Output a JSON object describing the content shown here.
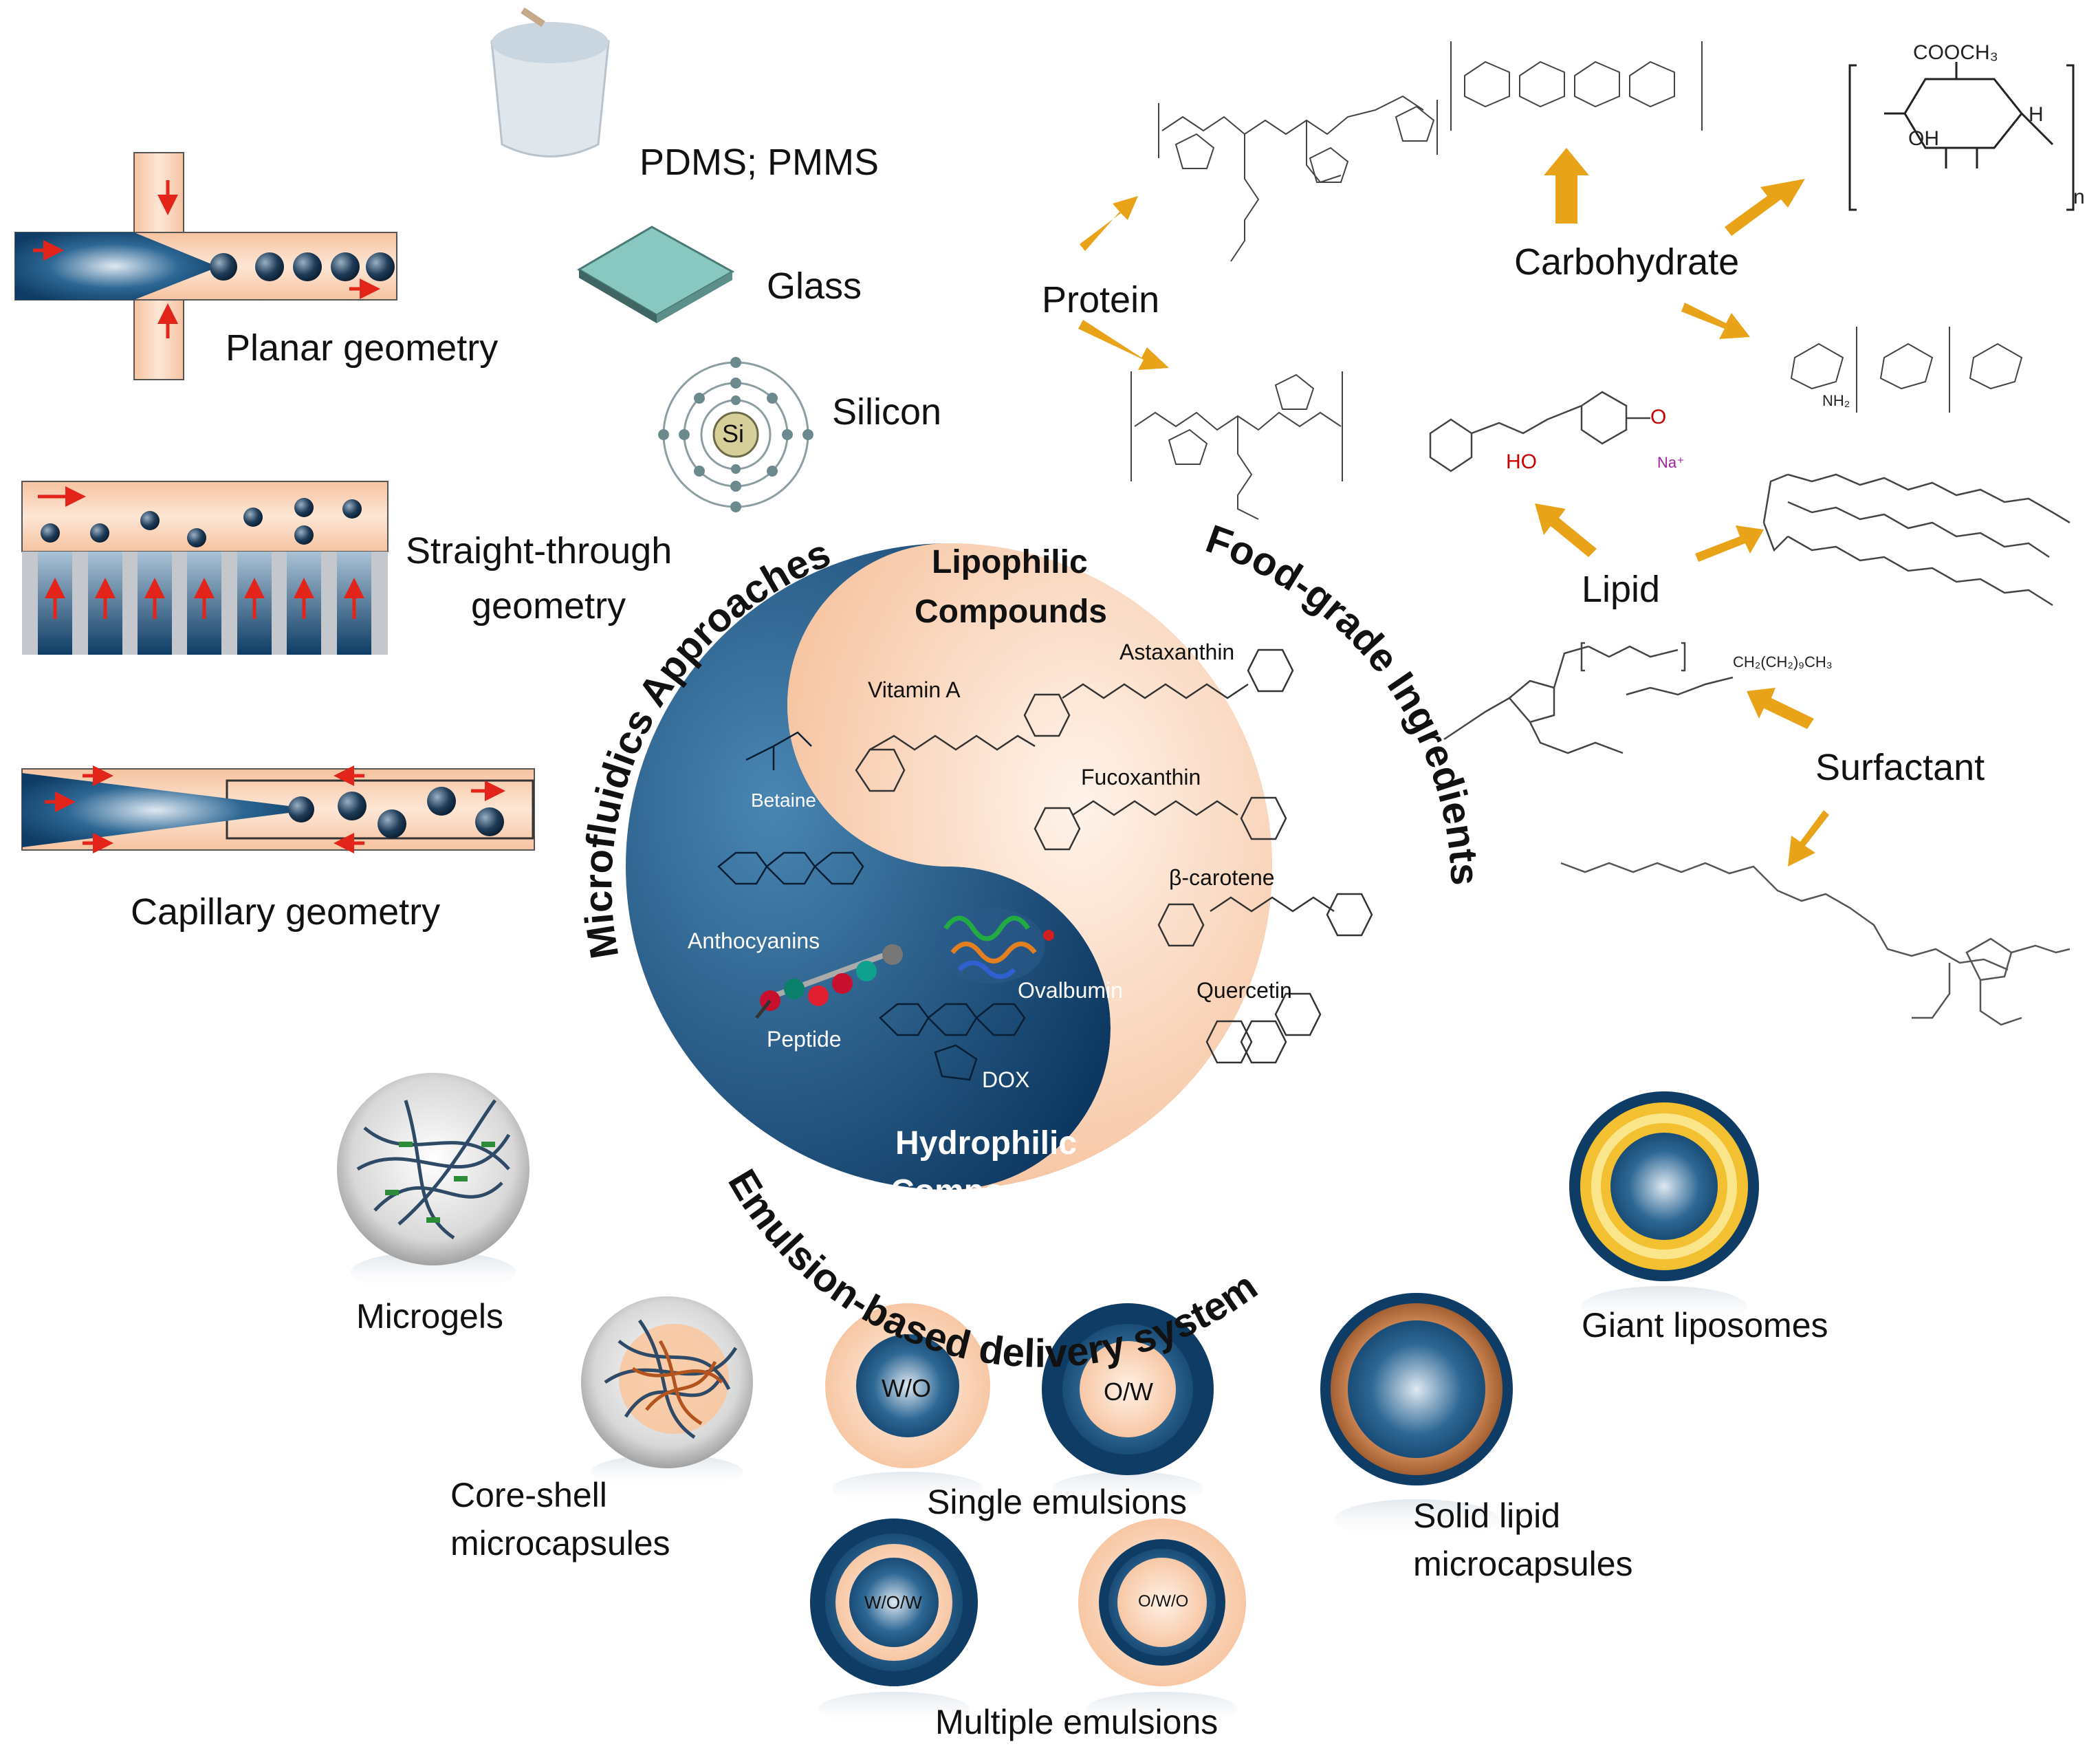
{
  "colors": {
    "navy": "#0e3c64",
    "peach": "#f8c9a6",
    "arrow": "#e8a319",
    "red": "#e3241b"
  },
  "geometries": {
    "planar": "Planar geometry",
    "straight_line1": "Straight-through",
    "straight_line2": "geometry",
    "capillary": "Capillary geometry"
  },
  "materials": {
    "pdms": "PDMS; PMMS",
    "glass": "Glass",
    "silicon": "Silicon",
    "si_symbol": "Si"
  },
  "circle_titles": {
    "left": "Microfluidics Approaches",
    "right": "Food-grade Ingredients",
    "bottom": "Emulsion-based delivery system"
  },
  "yin_yang": {
    "lipophilic_line1": "Lipophilic",
    "lipophilic_line2": "Compounds",
    "hydrophilic_line1": "Hydrophilic",
    "hydrophilic_line2": "Compounds",
    "lipophilic_items": [
      "Vitamin A",
      "Astaxanthin",
      "Fucoxanthin",
      "β-carotene",
      "Quercetin"
    ],
    "hydrophilic_items": [
      "Betaine",
      "Anthocyanins",
      "Peptide",
      "Ovalbumin",
      "DOX"
    ]
  },
  "ingredients": {
    "protein": "Protein",
    "carbohydrate": "Carbohydrate",
    "lipid": "Lipid",
    "surfactant": "Surfactant"
  },
  "chem_text": {
    "cooch3": "COOCH₃",
    "oh": "OH",
    "h": "H",
    "n": "n",
    "nh2": "NH₂",
    "ho": "HO",
    "o": "O",
    "na": "Na⁺",
    "ch2": "CH₂(CH₂)₉CH₃"
  },
  "delivery_systems": {
    "microgels": "Microgels",
    "core_shell_line1": "Core-shell",
    "core_shell_line2": "microcapsules",
    "single": "Single emulsions",
    "multiple": "Multiple emulsions",
    "solid_lipid_line1": "Solid lipid",
    "solid_lipid_line2": "microcapsules",
    "giant_liposomes": "Giant liposomes",
    "wo": "W/O",
    "ow": "O/W",
    "wow": "W/O/W",
    "owo": "O/W/O"
  }
}
